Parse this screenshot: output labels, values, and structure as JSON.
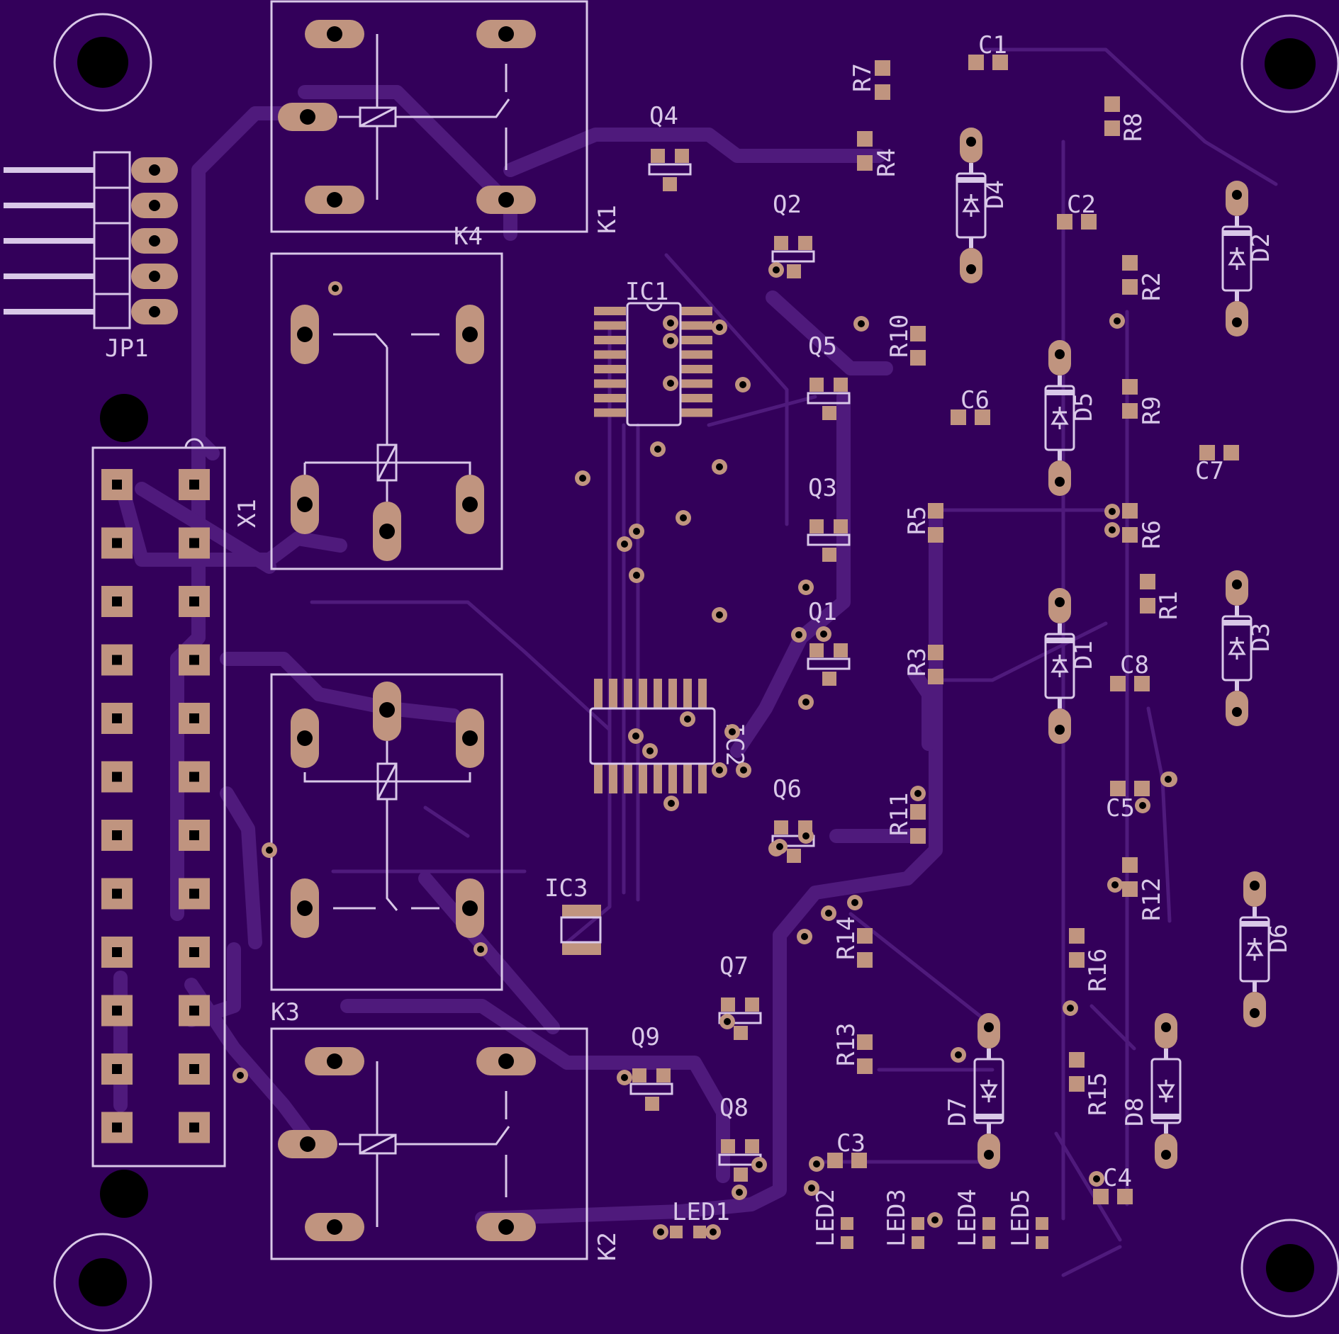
{
  "board": {
    "background": "#33005a",
    "copper_trace_color": "#4f1a7c",
    "silkscreen_color": "#d9c8e8",
    "pad_color": "#c0947f"
  },
  "labels": {
    "jp1": "JP1",
    "x1": "X1",
    "k1": "K1",
    "k2": "K2",
    "k3": "K3",
    "k4": "K4",
    "ic1": "IC1",
    "ic2": "IC2",
    "ic3": "IC3",
    "q1": "Q1",
    "q2": "Q2",
    "q3": "Q3",
    "q4": "Q4",
    "q5": "Q5",
    "q6": "Q6",
    "q7": "Q7",
    "q8": "Q8",
    "q9": "Q9",
    "c1": "C1",
    "c2": "C2",
    "c3": "C3",
    "c4": "C4",
    "c5": "C5",
    "c6": "C6",
    "c7": "C7",
    "c8": "C8",
    "r1": "R1",
    "r2": "R2",
    "r3": "R3",
    "r4": "R4",
    "r5": "R5",
    "r6": "R6",
    "r7": "R7",
    "r8": "R8",
    "r9": "R9",
    "r10": "R10",
    "r11": "R11",
    "r12": "R12",
    "r13": "R13",
    "r14": "R14",
    "r15": "R15",
    "r16": "R16",
    "d1": "D1",
    "d2": "D2",
    "d3": "D3",
    "d4": "D4",
    "d5": "D5",
    "d6": "D6",
    "d7": "D7",
    "d8": "D8",
    "led1": "LED1",
    "led2": "LED2",
    "led3": "LED3",
    "led4": "LED4",
    "led5": "LED5"
  }
}
